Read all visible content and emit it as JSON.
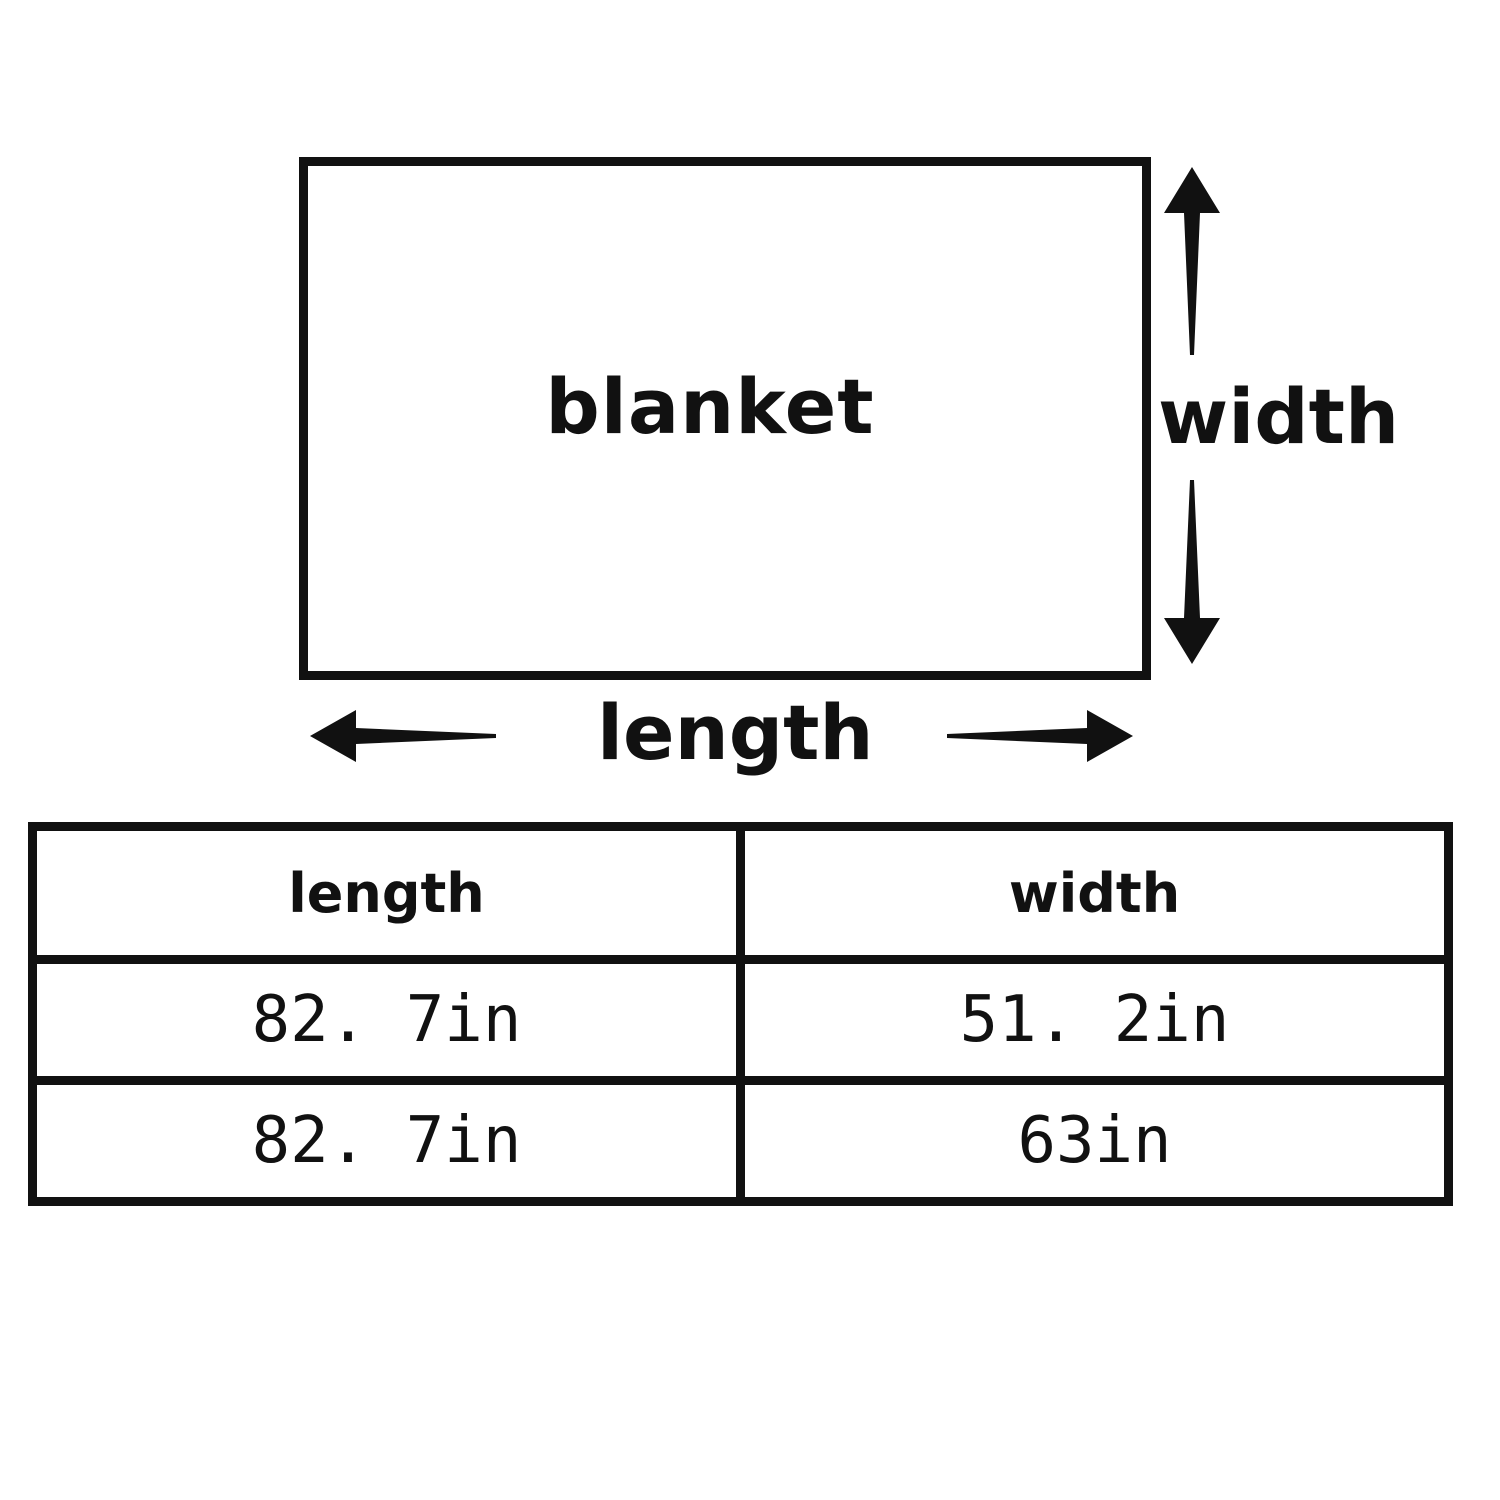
{
  "diagram": {
    "blanket_label": "blanket",
    "width_label": "width",
    "length_label": "length"
  },
  "table": {
    "headers": [
      "length",
      "width"
    ],
    "rows": [
      [
        "82. 7in",
        "51. 2in"
      ],
      [
        "82. 7in",
        "63in"
      ]
    ]
  }
}
